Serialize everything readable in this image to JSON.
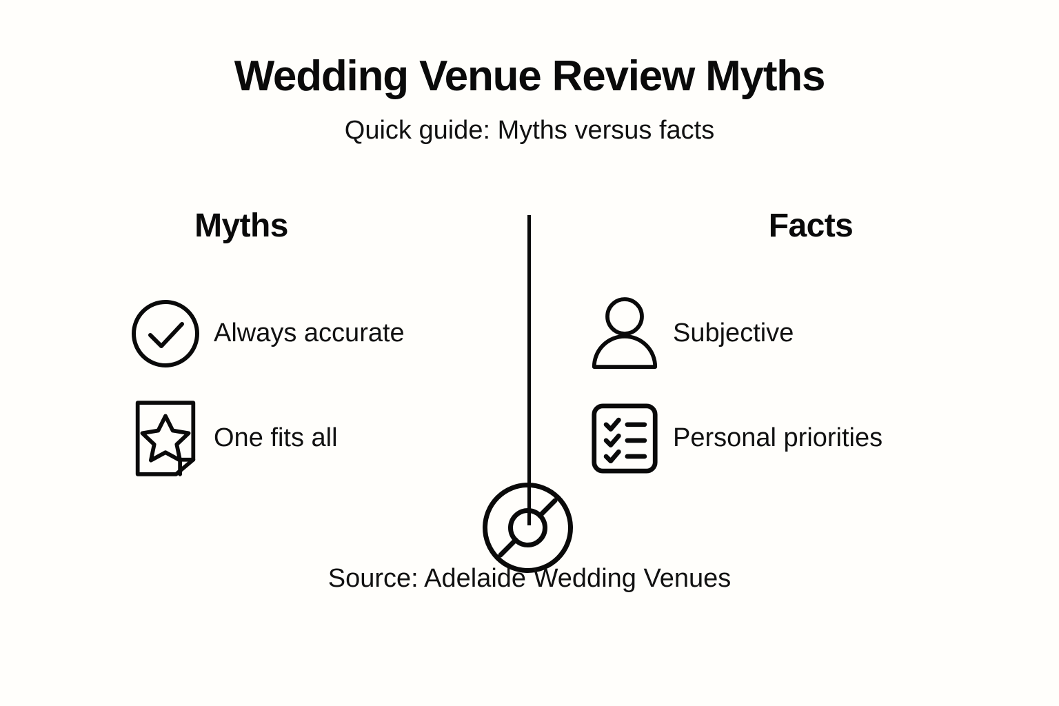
{
  "header": {
    "title": "Wedding Venue Review Myths",
    "subtitle": "Quick guide: Myths versus facts"
  },
  "comparison": {
    "divider_icon": "compare-dial-icon",
    "left": {
      "heading": "Myths",
      "items": [
        {
          "icon": "check-circle-icon",
          "label": "Always accurate"
        },
        {
          "icon": "document-star-icon",
          "label": "One fits all"
        }
      ]
    },
    "right": {
      "heading": "Facts",
      "items": [
        {
          "icon": "person-icon",
          "label": "Subjective"
        },
        {
          "icon": "checklist-icon",
          "label": "Personal priorities"
        }
      ]
    }
  },
  "footer": {
    "source": "Source: Adelaide Wedding Venues"
  },
  "colors": {
    "background": "#fffefb",
    "ink": "#0a0a0a",
    "text": "#111111"
  }
}
